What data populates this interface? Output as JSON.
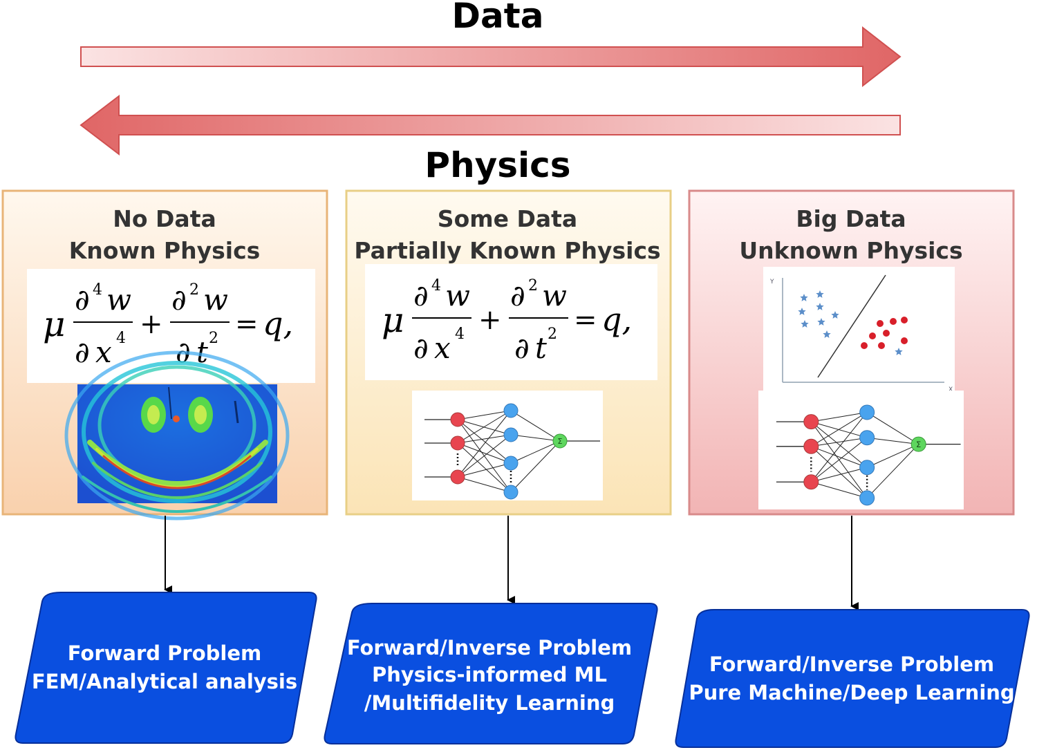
{
  "arrows": {
    "top_label": "Data",
    "bottom_label": "Physics",
    "color": "#e06666"
  },
  "panels": [
    {
      "title_line1": "No Data",
      "title_line2": "Known Physics",
      "color": "#f7c9a3"
    },
    {
      "title_line1": "Some Data",
      "title_line2": "Partially Known Physics",
      "color": "#f9e0a8"
    },
    {
      "title_line1": "Big Data",
      "title_line2": "Unknown Physics",
      "color": "#f2b8b8"
    }
  ],
  "equation": {
    "mu": "μ",
    "partial": "∂",
    "w": "w",
    "x": "x",
    "t": "t",
    "pow4": "4",
    "pow2": "2",
    "plus": "+",
    "equals": "=",
    "q": "q,"
  },
  "outputs": [
    {
      "lines": [
        "Forward Problem",
        "FEM/Analytical analysis"
      ]
    },
    {
      "lines": [
        "Forward/Inverse Problem",
        "Physics-informed ML",
        "/Multifidelity Learning"
      ]
    },
    {
      "lines": [
        "Forward/Inverse Problem",
        "Pure Machine/Deep Learning"
      ]
    }
  ],
  "scatter": {
    "axis_y": "Y",
    "axis_x": "X"
  },
  "neuron": {
    "sum_symbol": "Σ"
  },
  "colors": {
    "box_blue": "#0a4fe0",
    "neuron_red": "#e8454f",
    "neuron_blue": "#49a3ee",
    "neuron_green": "#5ed65e",
    "star_blue": "#5b8ec9",
    "dot_red": "#d81f2a"
  }
}
